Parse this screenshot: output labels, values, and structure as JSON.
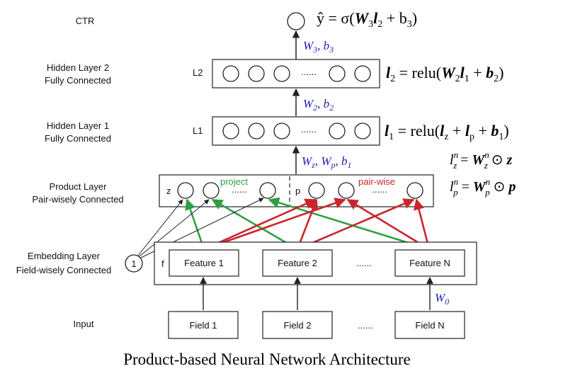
{
  "colors": {
    "blue": "#1f1fb4",
    "green": "#2ea043",
    "red": "#c8262c",
    "black": "#222222"
  },
  "left_labels": {
    "ctr": "CTR",
    "hidden2_line1": "Hidden Layer 2",
    "hidden2_line2": "Fully Connected",
    "hidden1_line1": "Hidden Layer 1",
    "hidden1_line2": "Fully Connected",
    "product_line1": "Product Layer",
    "product_line2": "Pair-wisely Connected",
    "embedding_line1": "Embedding Layer",
    "embedding_line2": "Field-wisely Connected",
    "input": "Input"
  },
  "layer_tags": {
    "l2": "L2",
    "l1": "L1"
  },
  "ellipsis": "......",
  "product": {
    "z_tag": "z",
    "p_tag": "p",
    "project": "project",
    "pairwise": "pair-wise"
  },
  "embedding": {
    "f_tag": "f",
    "features": [
      "Feature 1",
      "Feature 2",
      "Feature N"
    ],
    "marker": "1"
  },
  "inputs": [
    "Field 1",
    "Field 2",
    "Field N"
  ],
  "params": {
    "w3": "W",
    "w3_sub": "3",
    "b3": "b",
    "b3_sub": "3",
    "w2": "W",
    "w2_sub": "2",
    "b2": "b",
    "b2_sub": "2",
    "wz": "W",
    "wz_sub": "z",
    "wp": "W",
    "wp_sub": "p",
    "b1": "b",
    "b1_sub": "1",
    "w0": "W",
    "w0_sub": "0"
  },
  "equations": {
    "yhat_lhs": "ŷ = σ(",
    "yhat_W": "W",
    "yhat_W_sub": "3",
    "yhat_l": "l",
    "yhat_l_sub": "2",
    "yhat_tail": " + b",
    "yhat_b_sub": "3",
    "yhat_close": ")",
    "l2_l": "l",
    "l2_sub": "2",
    "l2_mid": " = relu(",
    "l2_W": "W",
    "l2_W_sub": "2",
    "l2_l1": "l",
    "l2_l1_sub": "1",
    "l2_plus": " + ",
    "l2_b": "b",
    "l2_b_sub": "2",
    "l2_close": ")",
    "l1_l": "l",
    "l1_sub": "1",
    "l1_mid": " = relu(",
    "l1_lz": "l",
    "l1_lz_sub": "z",
    "l1_plus1": " + ",
    "l1_lp": "l",
    "l1_lp_sub": "p",
    "l1_plus2": " + ",
    "l1_b": "b",
    "l1_b_sub": "1",
    "l1_close": ")",
    "lz_l": "l",
    "lz_sup": "n",
    "lz_sub": "z",
    "lz_eq": " = ",
    "lz_W": "W",
    "lz_W_sup": "n",
    "lz_W_sub": "z",
    "lz_op": " ⊙ ",
    "lz_v": "z",
    "lp_l": "l",
    "lp_sup": "n",
    "lp_sub": "p",
    "lp_eq": " = ",
    "lp_W": "W",
    "lp_W_sup": "n",
    "lp_W_sub": "p",
    "lp_op": " ⊙ ",
    "lp_v": "p"
  },
  "caption": "Product-based Neural Network Architecture"
}
